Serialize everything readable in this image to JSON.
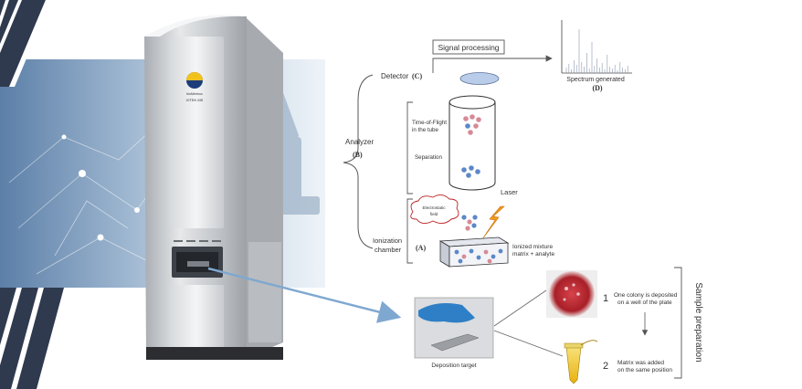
{
  "instrument": {
    "brand": "bioMérieux",
    "model": "VITEK MS"
  },
  "diagram": {
    "signal_processing": "Signal processing",
    "detector": "Detector",
    "detector_ref": "(C)",
    "spectrum_generated": "Spectrum generated",
    "spectrum_ref": "(D)",
    "analyzer": "Analyzer",
    "analyzer_ref": "(B)",
    "time_of_flight_line1": "Time-of-Flight",
    "time_of_flight_line2": "in the tube",
    "separation": "Separation",
    "electrostatic_line1": "Electrostatic",
    "electrostatic_line2": "field",
    "laser": "Laser",
    "ionization_line1": "Ionization",
    "ionization_line2": "chamber",
    "ionization_ref": "(A)",
    "ionized_mixture_line1": "Ionized mixture",
    "ionized_mixture_line2": "matrix + analyte"
  },
  "sample_prep": {
    "title": "Sample preparation",
    "deposition_target": "Deposition target",
    "step1_number": "1",
    "step1_line1": "One colony is deposited",
    "step1_line2": "on a well of the plate",
    "step2_number": "2",
    "step2_line1": "Matrix was added",
    "step2_line2": "on the same position"
  },
  "colors": {
    "stripe_navy": "#2f3a4f",
    "arrow_blue": "#7fa8d0",
    "instrument_silver": "#c9ccd0",
    "petri_red": "#b3232b",
    "tube_yellow": "#f2c21c"
  }
}
